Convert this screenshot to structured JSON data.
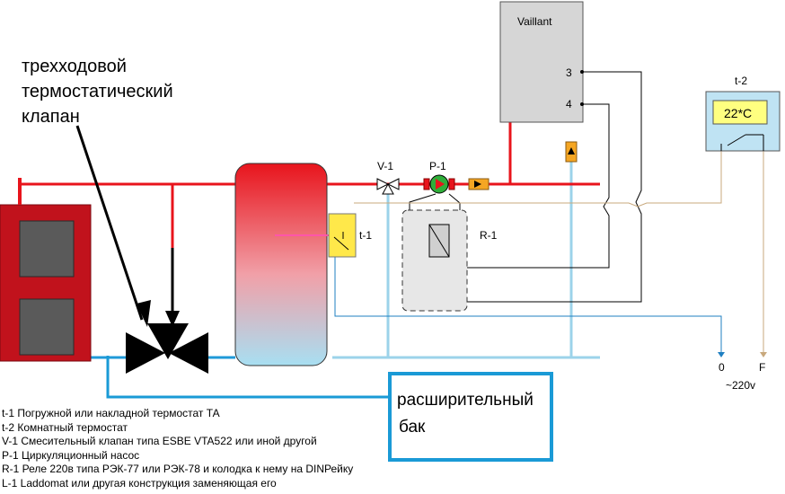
{
  "annotation": {
    "line1": "трехходовой",
    "line2": "термостатический",
    "line3": "клапан"
  },
  "boiler": {
    "brand": "Vaillant",
    "terminal_3": "3",
    "terminal_4": "4"
  },
  "room_thermostat": {
    "id": "t-2",
    "display": "22*C"
  },
  "valve_label": "V-1",
  "pump_label": "P-1",
  "sensor_label": "t-1",
  "relay_label": "R-1",
  "power": {
    "zero": "0",
    "phase": "F",
    "voltage": "~220v"
  },
  "expansion_tank": {
    "line1": "расширительный",
    "line2": "бак"
  },
  "legend": [
    "t-1 Погружной или накладной термостат ТА",
    "t-2 Комнатный термостат",
    "V-1 Смесительный клапан типа ESBE VTA522 или иной другой",
    "P-1 Циркуляционный насос",
    "R-1 Реле 220в типа РЭК-77 или РЭК-78 и колодка к нему на DINРейку",
    "L-1 Laddomat или другая конструкция заменяющая его"
  ],
  "colors": {
    "hot_pipe": "#e8141c",
    "cold_pipe": "#9cd3ea",
    "return_wire": "#1f7fc2",
    "tank_outline": "#1a9ad6",
    "boiler_body": "#c1121c",
    "boiler_window": "#5a5a5a",
    "panel_gray": "#d6d6d6",
    "thermostat_blue": "#bfe3f3",
    "display_yellow": "#ffff80",
    "sensor_yellow": "#ffe84a",
    "pump_green": "#2fae3a",
    "tan_wire": "#c8a87c"
  }
}
